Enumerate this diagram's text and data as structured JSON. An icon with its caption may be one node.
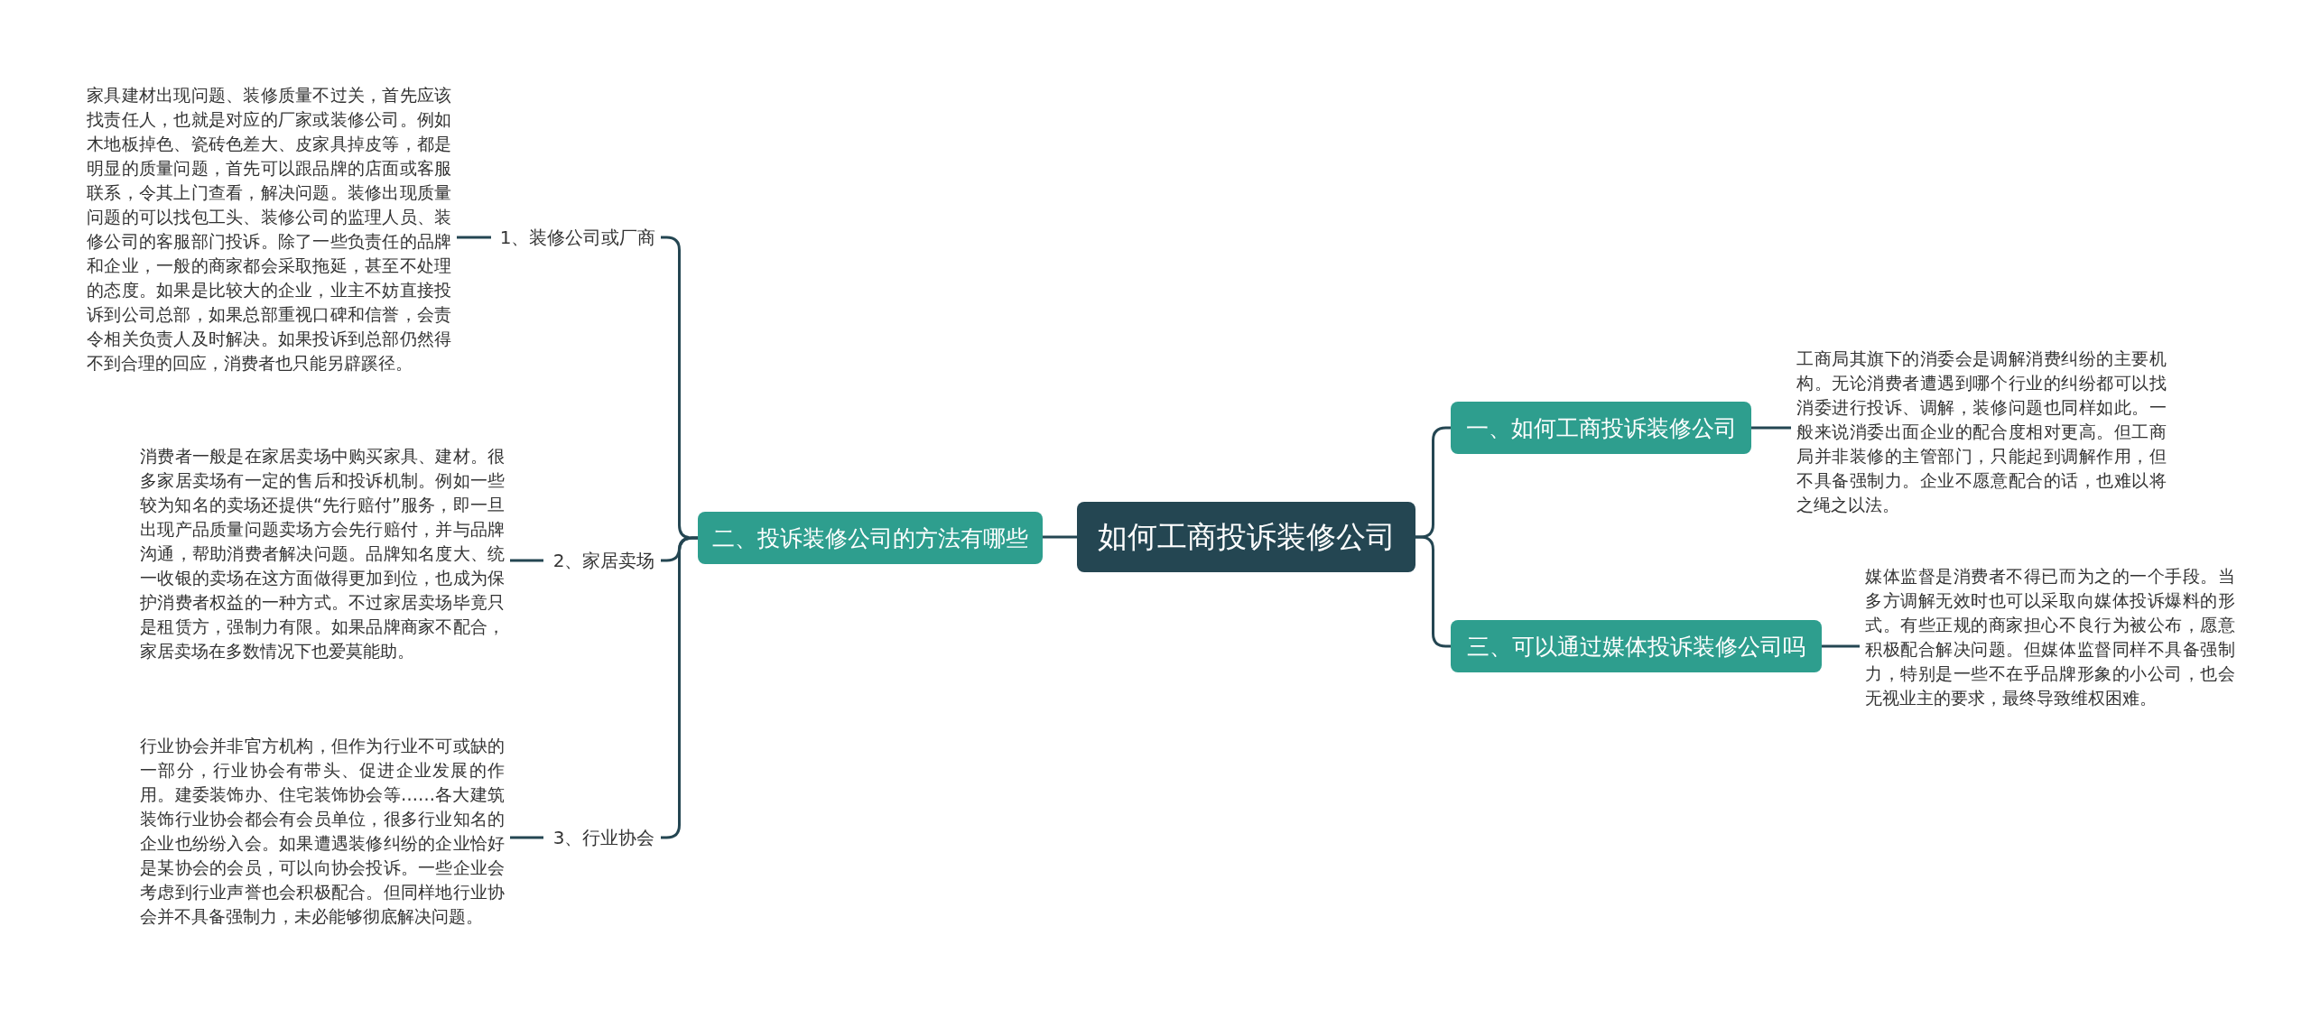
{
  "diagram": {
    "nodes": [
      {
        "text": [
          "如何工商投诉装修公司"
        ]
      },
      {
        "text": [
          "二、投诉装修公司的方法有哪些"
        ]
      },
      {
        "text": [
          "1、装修公司或厂商"
        ]
      },
      {
        "text": [
          "家具建材出现问题、装修质量不过关，首先应该找责任人，也就是对应的厂家或装修公司。例如木地板掉色、瓷砖色差大、皮家具掉皮等，都是明显的质量问题，首先可以跟品牌的店面或客服联系，令其上门查看，解决问题。装修出现质量问题的可以找包工头、装修公司的监理人员、装修公司的客服部门投诉。除了一些负责任的品牌和企业，一般的商家都会采取拖延，甚至不处理的态度。如果是比较大的企业，业主不妨直接投诉到公司总部，如果总部重视口碑和信誉，会责令相关负责人及时解决。如果投诉到总部仍然得不到合理的回应，消费者也只能另辟蹊径。"
        ]
      },
      {
        "text": [
          "2、家居卖场"
        ]
      },
      {
        "text": [
          "消费者一般是在家居卖场中购买家具、建材。很多家居卖场有一定的售后和投诉机制。例如一些较为知名的卖场还提供“先行赔付”服务，即一旦出现产品质量问题卖场方会先行赔付，并与品牌沟通，帮助消费者解决问题。品牌知名度大、统一收银的卖场在这方面做得更加到位，也成为保护消费者权益的一种方式。不过家居卖场毕竟只是租赁方，强制力有限。如果品牌商家不配合，家居卖场在多数情况下也爱莫能助。"
        ]
      },
      {
        "text": [
          "3、行业协会"
        ]
      },
      {
        "text": [
          "行业协会并非官方机构，但作为行业不可或缺的一部分，行业协会有带头、促进企业发展的作用。建委装饰办、住宅装饰协会等……各大建筑装饰行业协会都会有会员单位，很多行业知名的企业也纷纷入会。如果遭遇装修纠纷的企业恰好是某协会的会员，可以向协会投诉。一些企业会考虑到行业声誉也会积极配合。但同样地行业协会并不具备强制力，未必能够彻底解决问题。"
        ]
      },
      {
        "text": [
          "一、如何工商投诉装修公司"
        ]
      },
      {
        "text": [
          "工商局其旗下的消委会是调解消费纠纷的主要机构。无论消费者遭遇到哪个行业的纠纷都可以找消委进行投诉、调解，装修问题也同样如此。一般来说消委出面企业的配合度相对更高。但工商局并非装修的主管部门，只能起到调解作用，但不具备强制力。企业不愿意配合的话，也难以将之绳之以法。"
        ]
      },
      {
        "text": [
          "三、可以通过媒体投诉装修公司吗"
        ]
      },
      {
        "text": [
          "媒体监督是消费者不得已而为之的一个手段。当多方调解无效时也可以采取向媒体投诉爆料的形式。有些正规的商家担心不良行为被公布，愿意积极配合解决问题。但媒体监督同样不具备强制力，特别是一些不在乎品牌形象的小公司，也会无视业主的要求，最终导致维权困难。"
        ]
      }
    ],
    "edges": [
      {
        "from": 0,
        "to": 1,
        "arrow": "none"
      },
      {
        "from": 1,
        "to": 2,
        "arrow": "none"
      },
      {
        "from": 2,
        "to": 3,
        "arrow": "none"
      },
      {
        "from": 1,
        "to": 4,
        "arrow": "none"
      },
      {
        "from": 4,
        "to": 5,
        "arrow": "none"
      },
      {
        "from": 1,
        "to": 6,
        "arrow": "none"
      },
      {
        "from": 6,
        "to": 7,
        "arrow": "none"
      },
      {
        "from": 0,
        "to": 8,
        "arrow": "none"
      },
      {
        "from": 8,
        "to": 9,
        "arrow": "none"
      },
      {
        "from": 0,
        "to": 10,
        "arrow": "none"
      },
      {
        "from": 10,
        "to": 11,
        "arrow": "none"
      }
    ]
  }
}
